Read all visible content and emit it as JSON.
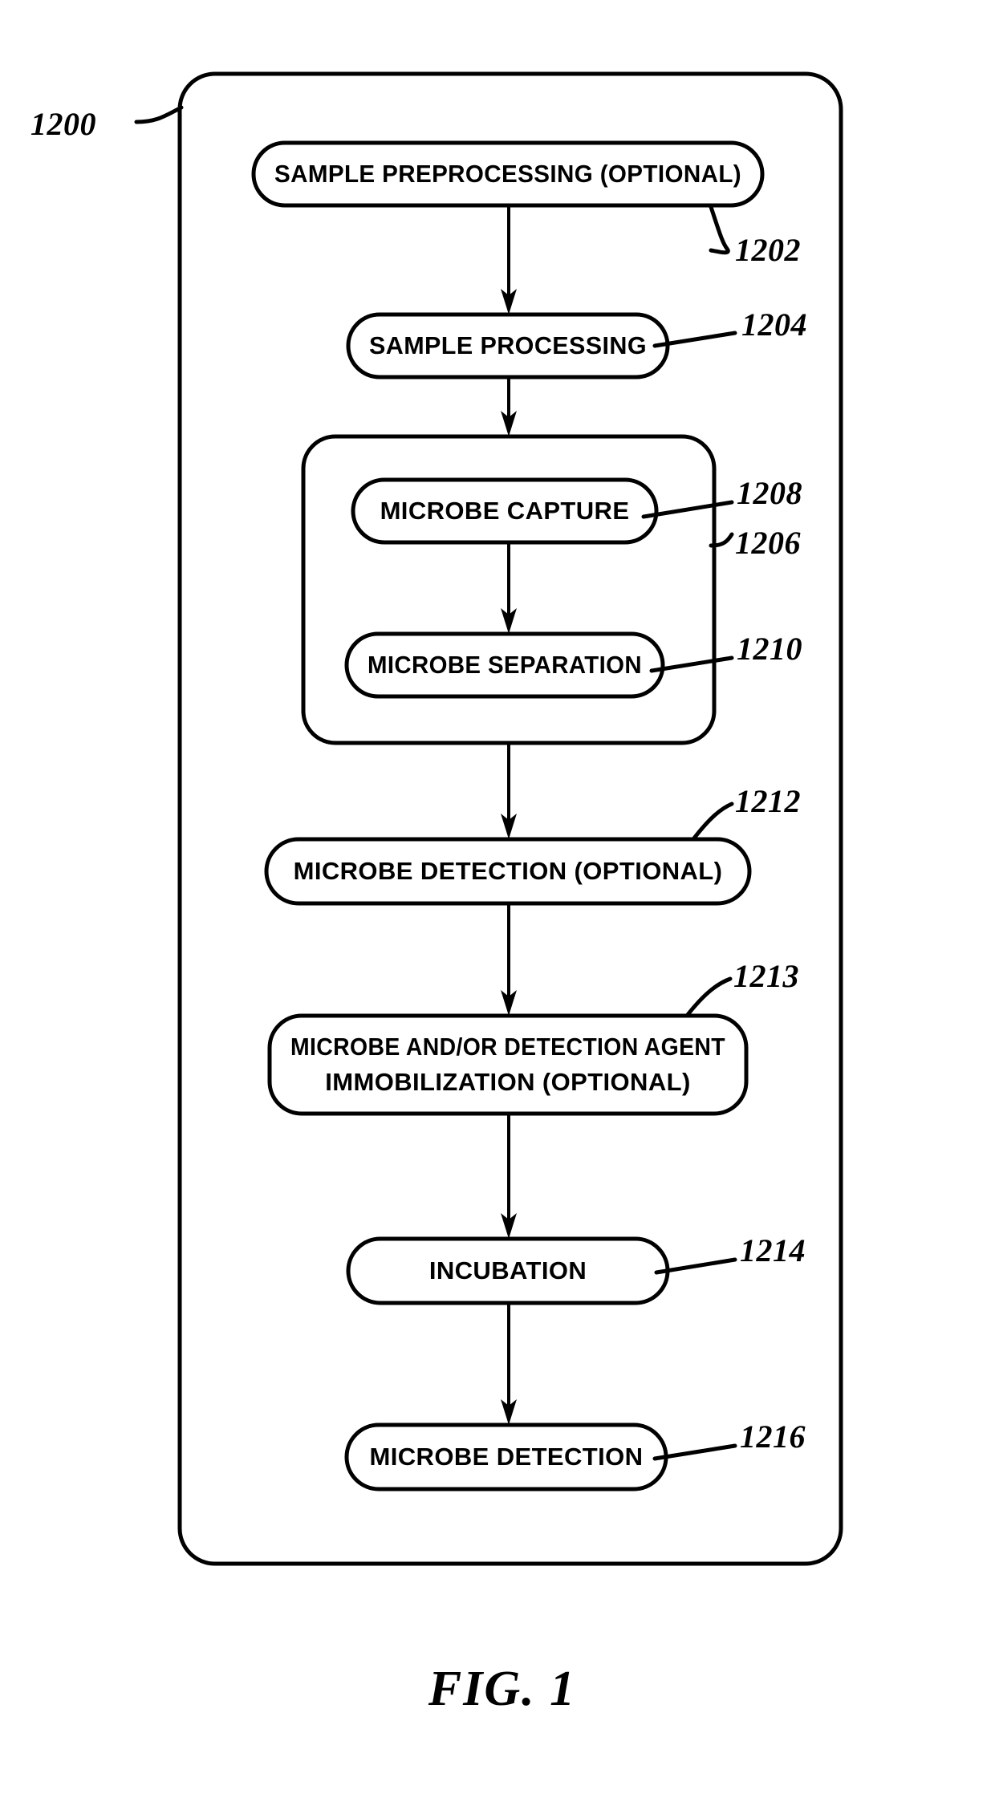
{
  "figure": {
    "caption": "FIG.  1",
    "outer_ref": "1200",
    "background_color": "#ffffff",
    "line_color": "#000000"
  },
  "nodes": [
    {
      "id": "sample-preprocessing",
      "ref": "1202",
      "lines": [
        "SAMPLE PREPROCESSING (OPTIONAL)"
      ],
      "leader_style": "curved"
    },
    {
      "id": "sample-processing",
      "ref": "1204",
      "lines": [
        "SAMPLE PROCESSING"
      ],
      "leader_style": "straight"
    },
    {
      "id": "microbe-capture",
      "ref": "1208",
      "lines": [
        "MICROBE CAPTURE"
      ],
      "leader_style": "straight"
    },
    {
      "id": "microbe-separation",
      "ref": "1210",
      "lines": [
        "MICROBE SEPARATION"
      ],
      "leader_style": "straight"
    },
    {
      "id": "microbe-detection-optional",
      "ref": "1212",
      "lines": [
        "MICROBE DETECTION (OPTIONAL)"
      ],
      "leader_style": "curved"
    },
    {
      "id": "immobilization-optional",
      "ref": "1213",
      "lines": [
        "MICROBE AND/OR DETECTION AGENT",
        "IMMOBILIZATION (OPTIONAL)"
      ],
      "leader_style": "curved"
    },
    {
      "id": "incubation",
      "ref": "1214",
      "lines": [
        "INCUBATION"
      ],
      "leader_style": "straight"
    },
    {
      "id": "microbe-detection",
      "ref": "1216",
      "lines": [
        "MICROBE DETECTION"
      ],
      "leader_style": "straight"
    }
  ],
  "group": {
    "id": "capture-separation-group",
    "ref": "1206",
    "leader_style": "curved",
    "contains": [
      "microbe-capture",
      "microbe-separation"
    ]
  }
}
